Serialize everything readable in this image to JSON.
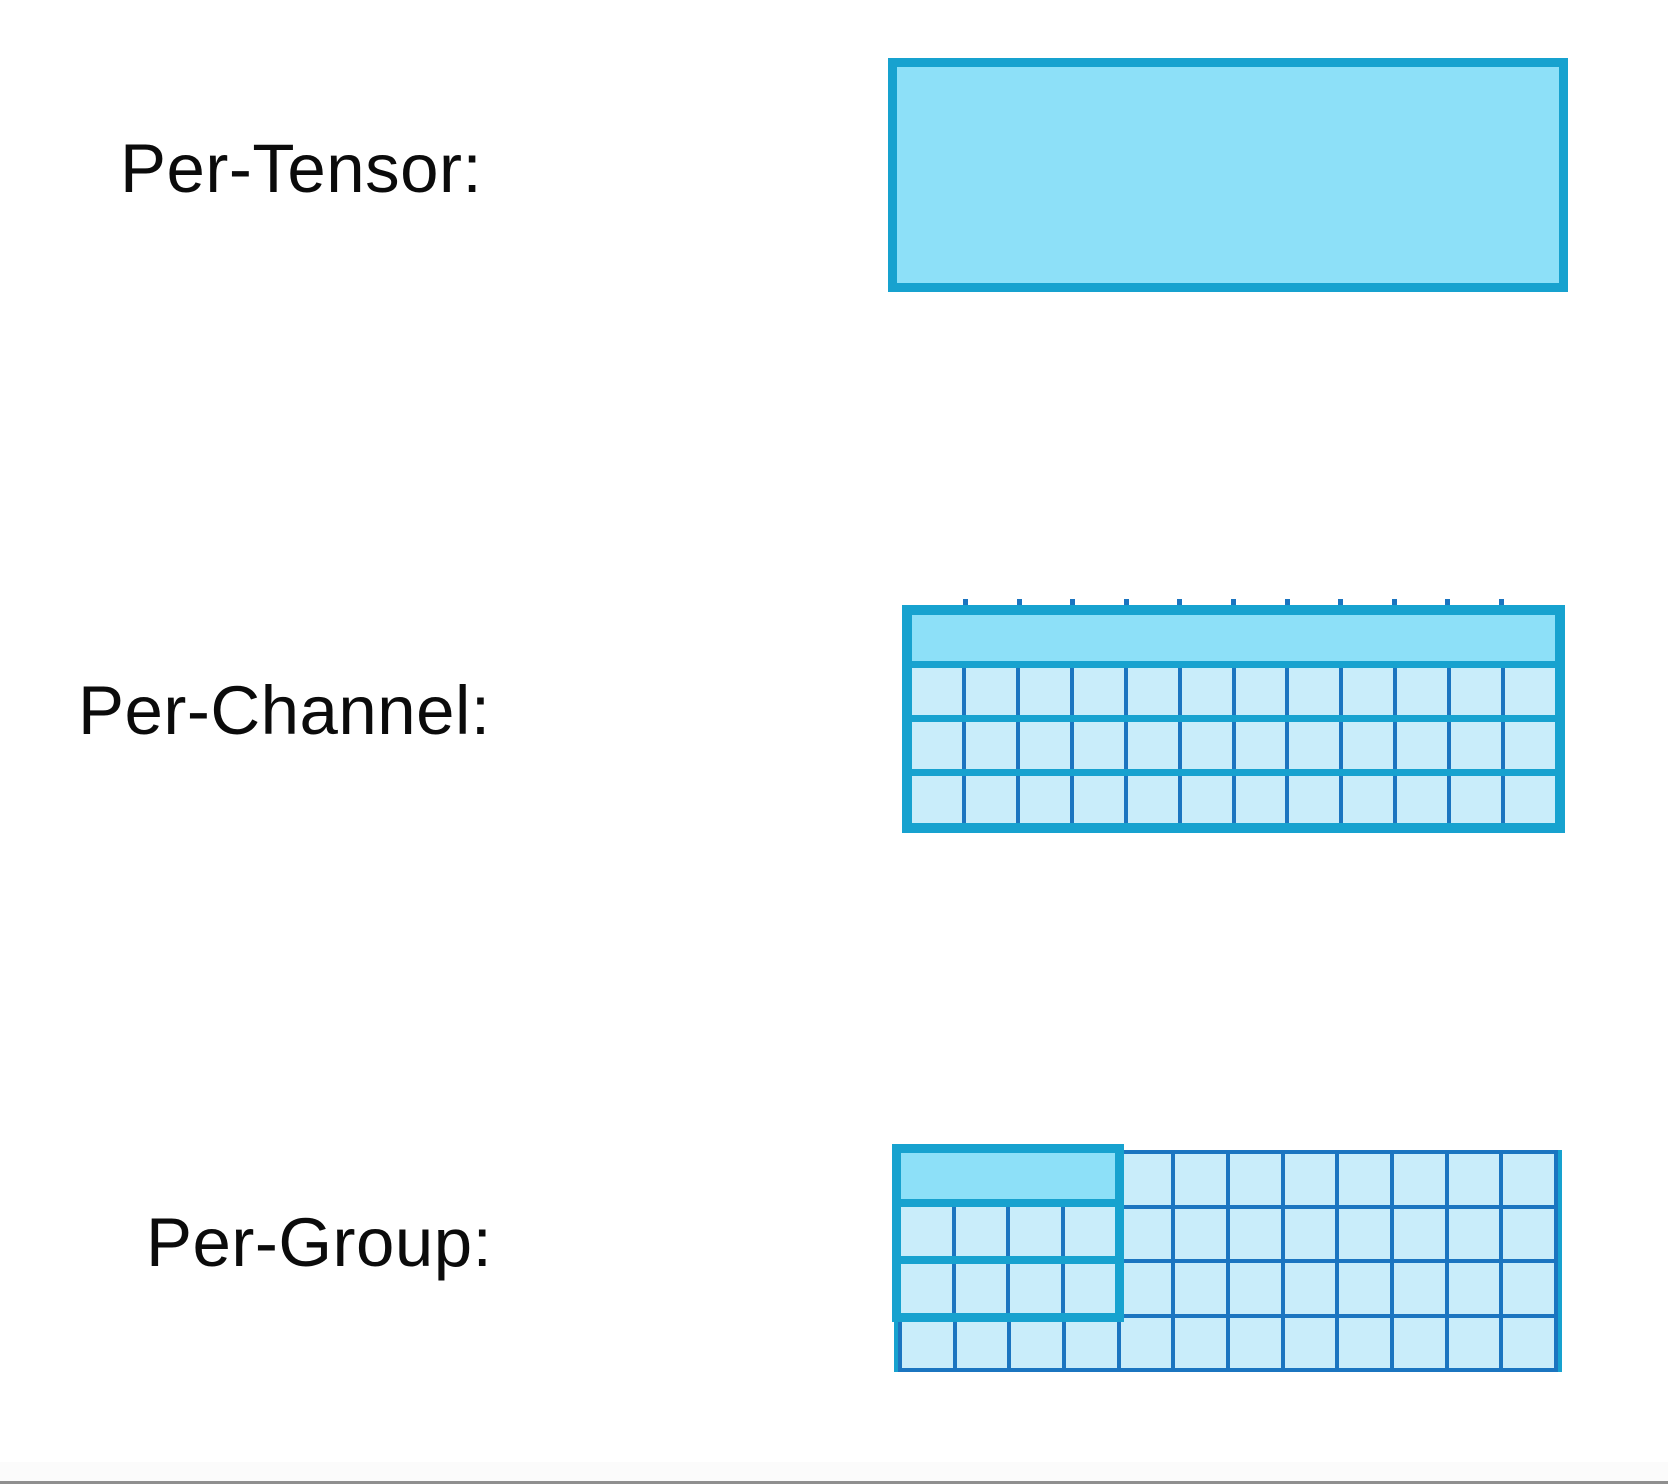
{
  "diagram": {
    "sections": [
      {
        "id": "per-tensor",
        "label": "Per-Tensor:",
        "block": {
          "type": "solid-highlight"
        }
      },
      {
        "id": "per-channel",
        "label": "Per-Channel:",
        "grid": {
          "columns": 12,
          "cell_rows": 3,
          "highlight": "top-row-band"
        }
      },
      {
        "id": "per-group",
        "label": "Per-Group:",
        "grid": {
          "columns": 12,
          "rows": 4
        },
        "group": {
          "columns": 4,
          "rows": 3,
          "position": "top-left",
          "highlight": "top-row-band"
        }
      }
    ]
  },
  "colors": {
    "highlight_border": "#17a2cf",
    "grid_line": "#1b75c0",
    "highlight_fill": "#8de0f8",
    "cell_fill": "#c9edfa",
    "text": "#0b0b0b",
    "bottom_rule": "#8f8f8f",
    "bottom_band": "#fbfbfb"
  }
}
